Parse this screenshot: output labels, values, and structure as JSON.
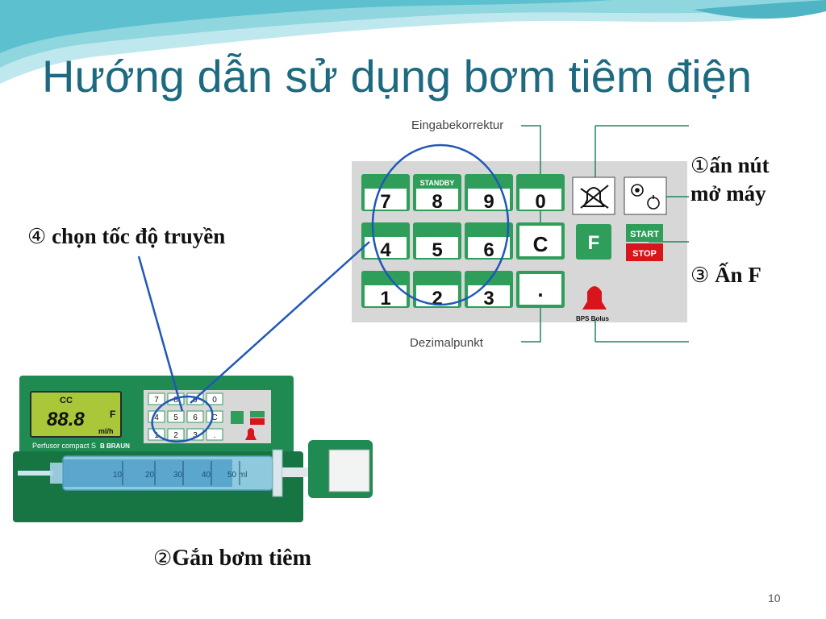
{
  "slide": {
    "title": "Hướng dẫn sử dụng bơm tiêm điện",
    "page_number": "10"
  },
  "notes": {
    "step1_marker": "①",
    "step1_line1": "ấn nút",
    "step1_line2": "mở máy",
    "step2_marker": "②",
    "step2_text": "Gắn bơm tiêm",
    "step3_marker": "③",
    "step3_text": "Ấn F",
    "step4_marker": "④",
    "step4_text": "chọn tốc độ truyền"
  },
  "keypad": {
    "top_label": "Eingabekorrektur",
    "bottom_label": "Dezimalpunkt",
    "digits": [
      "7",
      "8",
      "9",
      "0",
      "4",
      "5",
      "6",
      "C",
      "1",
      "2",
      "3",
      "."
    ],
    "key_standby": "STANDBY",
    "key_f": "F",
    "key_start": "START",
    "key_stop": "STOP",
    "alarm_caption": "BPS Bolus"
  },
  "pump": {
    "brand": "Perfusor compact S",
    "maker": "B BRAUN",
    "display_value": "88.8",
    "display_unit": "ml/h",
    "display_cc": "CC",
    "display_f": "F",
    "syringe_marks": [
      "10",
      "20",
      "30",
      "40",
      "50 ml"
    ],
    "mini_digits": [
      "7",
      "8",
      "9",
      "0",
      "4",
      "5",
      "6",
      "C",
      "1",
      "2",
      "3",
      "."
    ]
  },
  "colors": {
    "title": "#1d6a80",
    "pump_green": "#1f8a52",
    "key_green": "#2e9e5a",
    "annotation_blue": "#2058b8",
    "stop_red": "#d8151b",
    "wave_teal": "#7fd0dc"
  }
}
